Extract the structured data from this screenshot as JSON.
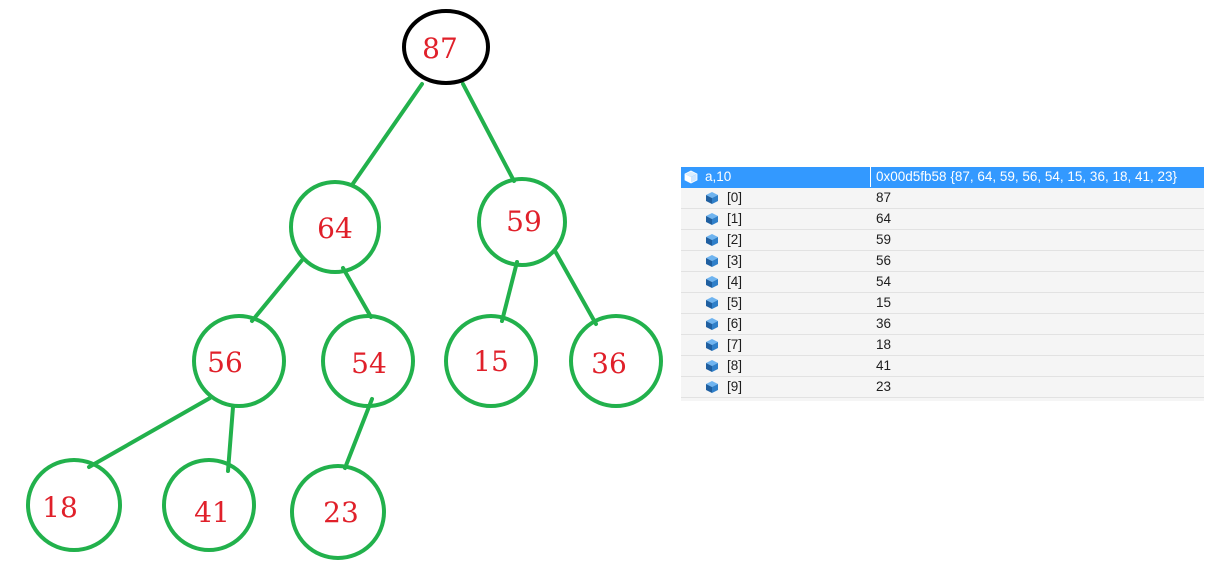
{
  "tree": {
    "nodes": [
      {
        "label": "87",
        "stroke": "#000000"
      },
      {
        "label": "64",
        "stroke": "#22b14c"
      },
      {
        "label": "59",
        "stroke": "#22b14c"
      },
      {
        "label": "56",
        "stroke": "#22b14c"
      },
      {
        "label": "54",
        "stroke": "#22b14c"
      },
      {
        "label": "15",
        "stroke": "#22b14c"
      },
      {
        "label": "36",
        "stroke": "#22b14c"
      },
      {
        "label": "18",
        "stroke": "#22b14c"
      },
      {
        "label": "41",
        "stroke": "#22b14c"
      },
      {
        "label": "23",
        "stroke": "#22b14c"
      }
    ],
    "edges": [
      [
        0,
        1
      ],
      [
        0,
        2
      ],
      [
        1,
        3
      ],
      [
        1,
        4
      ],
      [
        2,
        5
      ],
      [
        2,
        6
      ],
      [
        3,
        7
      ],
      [
        3,
        8
      ],
      [
        4,
        9
      ]
    ],
    "colors": {
      "edge": "#22b14c",
      "label": "#e0202a"
    }
  },
  "watch": {
    "header": {
      "name": "a,10",
      "value": "0x00d5fb58 {87, 64, 59, 56, 54, 15, 36, 18, 41, 23}",
      "icon": "variable-cube-icon"
    },
    "items": [
      {
        "name": "[0]",
        "value": "87"
      },
      {
        "name": "[1]",
        "value": "64"
      },
      {
        "name": "[2]",
        "value": "59"
      },
      {
        "name": "[3]",
        "value": "56"
      },
      {
        "name": "[4]",
        "value": "54"
      },
      {
        "name": "[5]",
        "value": "15"
      },
      {
        "name": "[6]",
        "value": "36"
      },
      {
        "name": "[7]",
        "value": "18"
      },
      {
        "name": "[8]",
        "value": "41"
      },
      {
        "name": "[9]",
        "value": "23"
      }
    ],
    "colors": {
      "selected": "#3399ff",
      "background": "#f5f5f5"
    }
  }
}
